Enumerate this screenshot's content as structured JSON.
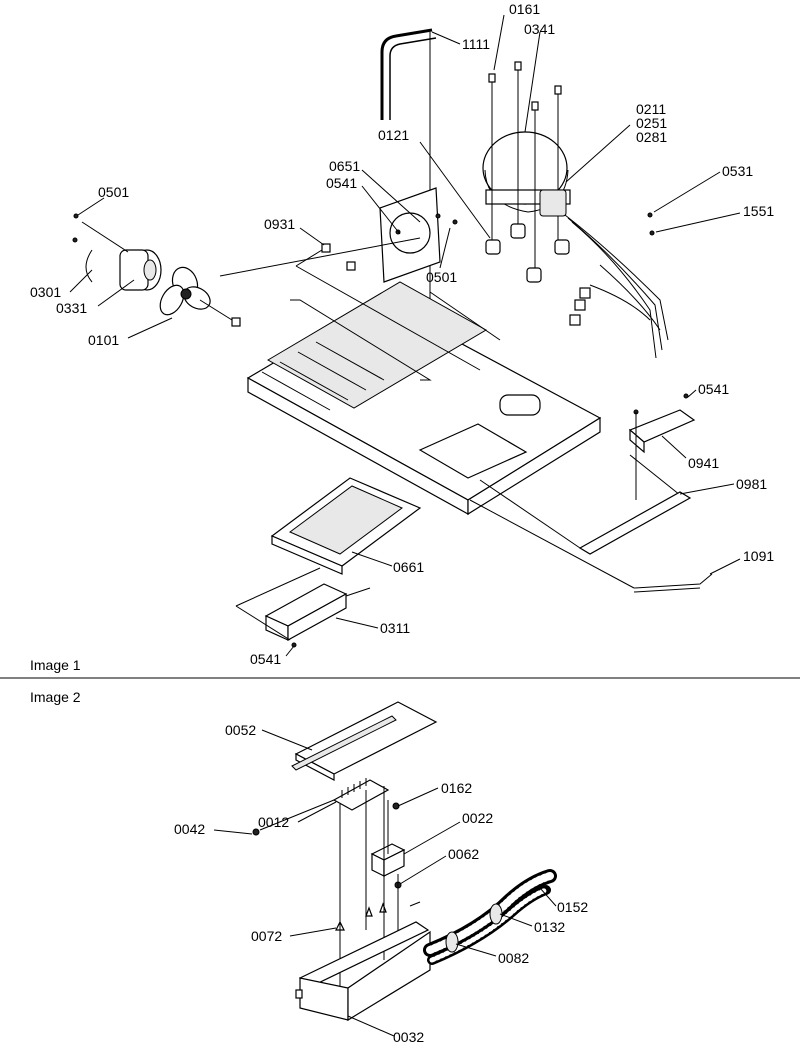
{
  "image1": {
    "caption": "Image 1",
    "labels": [
      "0161",
      "0341",
      "1111",
      "0211",
      "0251",
      "0281",
      "0121",
      "0651",
      "0541",
      "0531",
      "0501",
      "1551",
      "0931",
      "0501",
      "0301",
      "0331",
      "0101",
      "0541",
      "0941",
      "0981",
      "1091",
      "0661",
      "0311",
      "0541"
    ]
  },
  "image2": {
    "caption": "Image 2",
    "labels": [
      "0052",
      "0042",
      "0012",
      "0162",
      "0022",
      "0062",
      "0072",
      "0152",
      "0132",
      "0082",
      "0032"
    ]
  }
}
